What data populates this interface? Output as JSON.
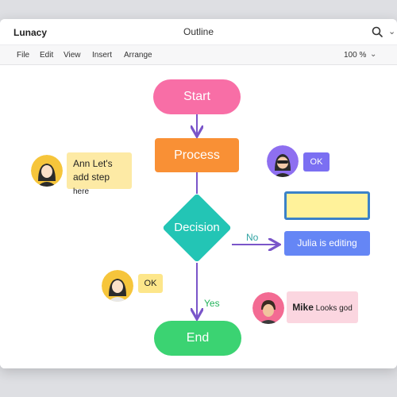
{
  "window": {
    "app_name": "Lunacy",
    "doc_title": "Outline"
  },
  "menu": {
    "items": [
      "File",
      "Edit",
      "View",
      "Insert",
      "Arrange"
    ],
    "zoom": "100 %"
  },
  "flowchart": {
    "start": "Start",
    "process": "Process",
    "decision": "Decision",
    "end": "End",
    "no_label": "No",
    "yes_label": "Yes"
  },
  "collaborators": {
    "ann_note_line1": "Ann Let's",
    "ann_note_line2": "add step",
    "ann_note_line2b": "here",
    "ok_left": "OK",
    "ok_right": "OK",
    "julia_status": "Julia is editing",
    "mike_name": "Mike",
    "mike_text": "Looks god"
  },
  "colors": {
    "start": "#f86ea6",
    "process": "#f99035",
    "decision": "#23c5b5",
    "end": "#3bd372",
    "connector": "#7a55c9"
  },
  "icons": [
    "search-icon",
    "chevron-down-icon",
    "avatar-icon"
  ]
}
